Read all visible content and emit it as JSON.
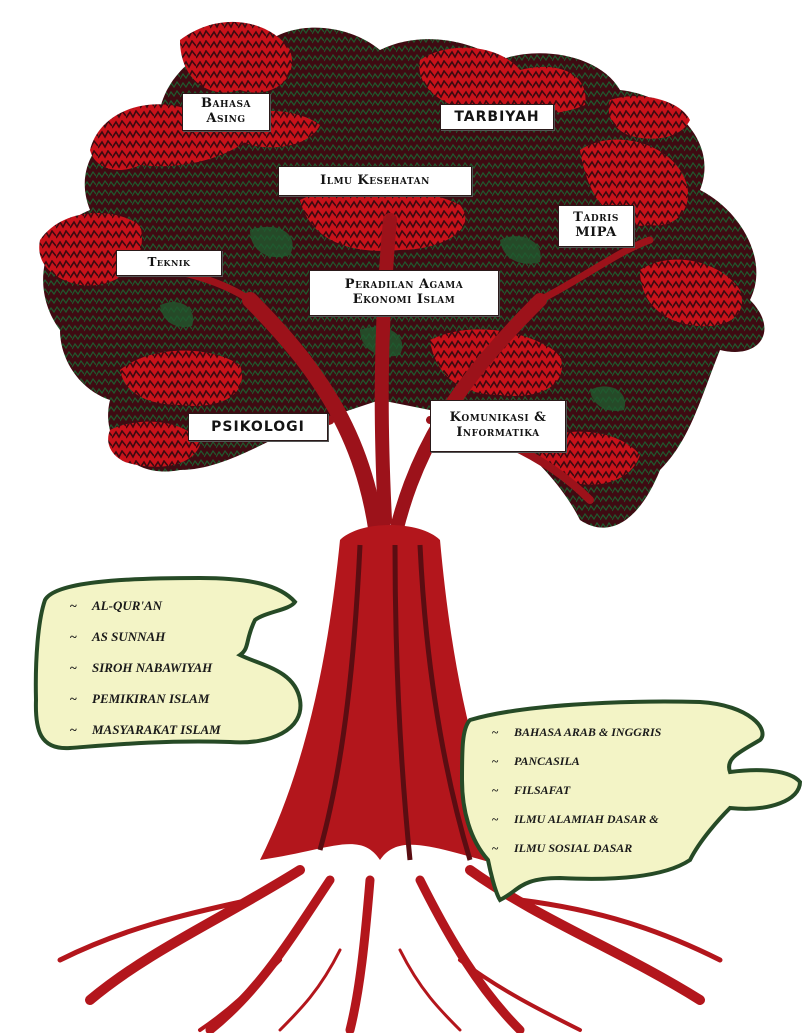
{
  "colors": {
    "foliage_red": "#d8141c",
    "foliage_dark": "#3a0a10",
    "foliage_green": "#1f5a2e",
    "trunk": "#b3161c",
    "trunk_dark": "#5a0d12",
    "bubble_fill": "#f3f4c6",
    "bubble_border": "#264a26"
  },
  "labels": {
    "bahasa_asing": [
      "Bahasa",
      "Asing"
    ],
    "tarbiyah": "TARBIYAH",
    "ilmu_kesehatan": "Ilmu Kesehatan",
    "tadris_mipa": [
      "Tadris",
      "MIPA"
    ],
    "teknik": "Teknik",
    "peradilan_ekonomi": [
      "Peradilan Agama",
      "Ekonomi Islam"
    ],
    "psikologi": "PSIKOLOGI",
    "komunikasi_informatika": [
      "Komunikasi &",
      "Informatika"
    ]
  },
  "left_bubble": {
    "marker": "~",
    "items": [
      "AL-QUR'AN",
      "AS SUNNAH",
      "SIROH NABAWIYAH",
      "PEMIKIRAN ISLAM",
      "MASYARAKAT ISLAM"
    ]
  },
  "right_bubble": {
    "marker": "~",
    "items": [
      "BAHASA ARAB & INGGRIS",
      "PANCASILA",
      "FILSAFAT",
      "ILMU ALAMIAH DASAR &",
      "ILMU SOSIAL DASAR"
    ]
  }
}
